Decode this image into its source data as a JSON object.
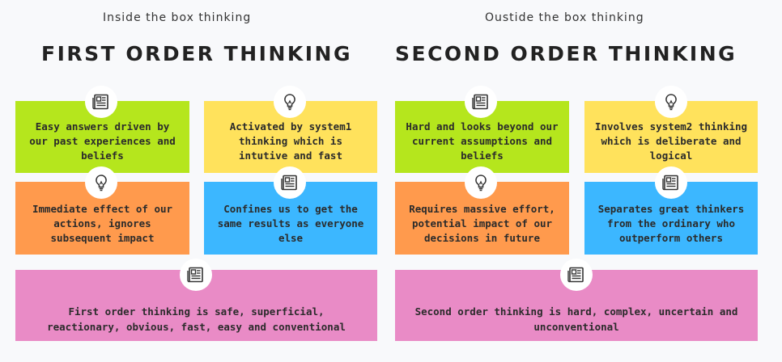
{
  "left": {
    "subtitle": "Inside the box thinking",
    "title": "FIRST ORDER THINKING",
    "cards": [
      {
        "text": "Easy answers driven by our past experiences and beliefs",
        "icon": "newspaper-icon"
      },
      {
        "text": "Activated by system1 thinking which is intutive and fast",
        "icon": "lightbulb-icon"
      },
      {
        "text": "Immediate effect of our actions, ignores subsequent impact",
        "icon": "lightbulb-icon"
      },
      {
        "text": "Confines us to get the same results as everyone else",
        "icon": "newspaper-icon"
      },
      {
        "text": "First order thinking is safe, superficial, reactionary, obvious, fast, easy and conventional",
        "icon": "newspaper-icon"
      }
    ]
  },
  "right": {
    "subtitle": "Oustide the box thinking",
    "title": "SECOND ORDER THINKING",
    "cards": [
      {
        "text": "Hard and looks beyond our current assumptions and beliefs",
        "icon": "newspaper-icon"
      },
      {
        "text": "Involves system2 thinking which is deliberate and logical",
        "icon": "lightbulb-icon"
      },
      {
        "text": "Requires massive effort, potential impact of our decisions in future",
        "icon": "lightbulb-icon"
      },
      {
        "text": "Separates great thinkers from the ordinary who outperform others",
        "icon": "newspaper-icon"
      },
      {
        "text": "Second order thinking is hard, complex, uncertain and unconventional",
        "icon": "newspaper-icon"
      }
    ]
  },
  "colors": {
    "green": "#b5e61d",
    "yellow": "#ffe25c",
    "orange": "#ff9a4d",
    "blue": "#3cb7ff",
    "pink": "#e98bc6"
  }
}
